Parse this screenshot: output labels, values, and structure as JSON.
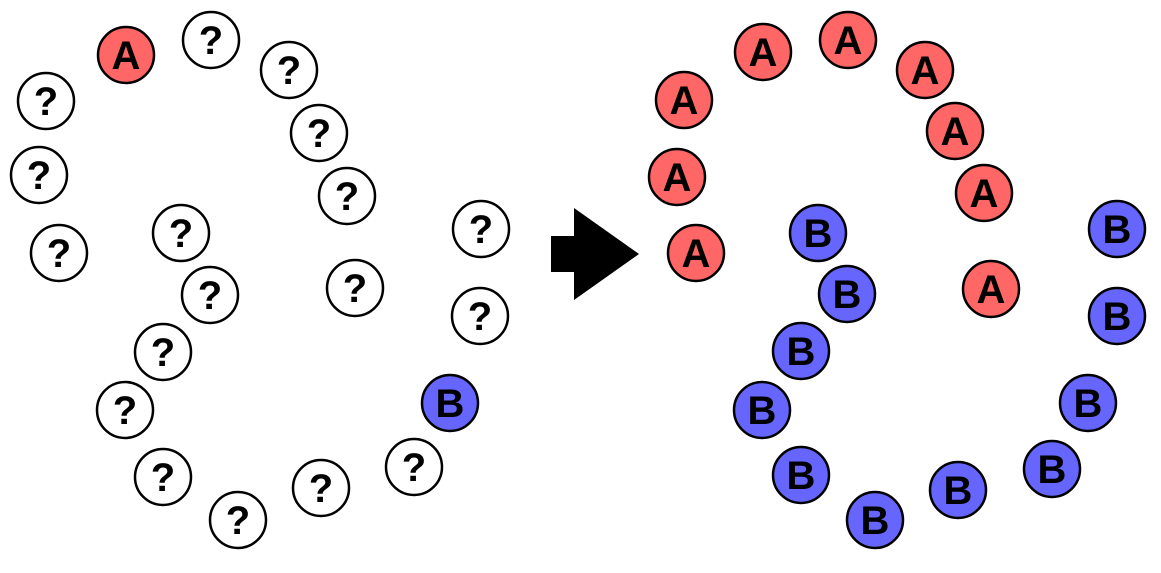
{
  "colors": {
    "label_a": "#ff6666",
    "label_b": "#6666ff",
    "unknown": "#ffffff",
    "stroke": "#000000",
    "arrow": "#000000"
  },
  "arrow": {
    "icon": "right-arrow-icon"
  },
  "before": {
    "nodes": [
      {
        "label": "A",
        "kind": "label_a"
      },
      {
        "label": "?",
        "kind": "unknown"
      },
      {
        "label": "?",
        "kind": "unknown"
      },
      {
        "label": "?",
        "kind": "unknown"
      },
      {
        "label": "?",
        "kind": "unknown"
      },
      {
        "label": "?",
        "kind": "unknown"
      },
      {
        "label": "?",
        "kind": "unknown"
      },
      {
        "label": "?",
        "kind": "unknown"
      },
      {
        "label": "?",
        "kind": "unknown"
      },
      {
        "label": "?",
        "kind": "unknown"
      },
      {
        "label": "?",
        "kind": "unknown"
      },
      {
        "label": "?",
        "kind": "unknown"
      },
      {
        "label": "?",
        "kind": "unknown"
      },
      {
        "label": "?",
        "kind": "unknown"
      },
      {
        "label": "?",
        "kind": "unknown"
      },
      {
        "label": "?",
        "kind": "unknown"
      },
      {
        "label": "?",
        "kind": "unknown"
      },
      {
        "label": "?",
        "kind": "unknown"
      },
      {
        "label": "B",
        "kind": "label_b"
      },
      {
        "label": "?",
        "kind": "unknown"
      }
    ]
  },
  "after": {
    "nodes": [
      {
        "label": "A",
        "kind": "label_a"
      },
      {
        "label": "A",
        "kind": "label_a"
      },
      {
        "label": "A",
        "kind": "label_a"
      },
      {
        "label": "A",
        "kind": "label_a"
      },
      {
        "label": "A",
        "kind": "label_a"
      },
      {
        "label": "A",
        "kind": "label_a"
      },
      {
        "label": "A",
        "kind": "label_a"
      },
      {
        "label": "A",
        "kind": "label_a"
      },
      {
        "label": "A",
        "kind": "label_a"
      },
      {
        "label": "B",
        "kind": "label_b"
      },
      {
        "label": "B",
        "kind": "label_b"
      },
      {
        "label": "B",
        "kind": "label_b"
      },
      {
        "label": "B",
        "kind": "label_b"
      },
      {
        "label": "B",
        "kind": "label_b"
      },
      {
        "label": "B",
        "kind": "label_b"
      },
      {
        "label": "B",
        "kind": "label_b"
      },
      {
        "label": "B",
        "kind": "label_b"
      },
      {
        "label": "B",
        "kind": "label_b"
      },
      {
        "label": "B",
        "kind": "label_b"
      },
      {
        "label": "B",
        "kind": "label_b"
      }
    ]
  }
}
